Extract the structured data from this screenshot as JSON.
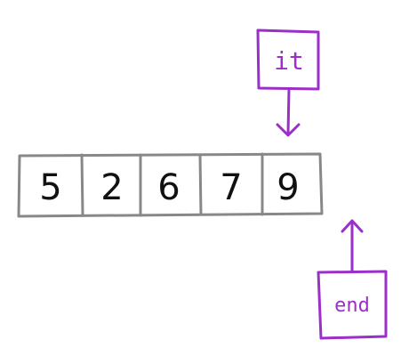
{
  "array": {
    "values": [
      "5",
      "2",
      "6",
      "7",
      "9"
    ]
  },
  "pointers": {
    "it": {
      "label": "it"
    },
    "end": {
      "label": "end"
    }
  },
  "colors": {
    "cell_border": "#888888",
    "accent": "#9b2fc9",
    "text": "#111111"
  }
}
